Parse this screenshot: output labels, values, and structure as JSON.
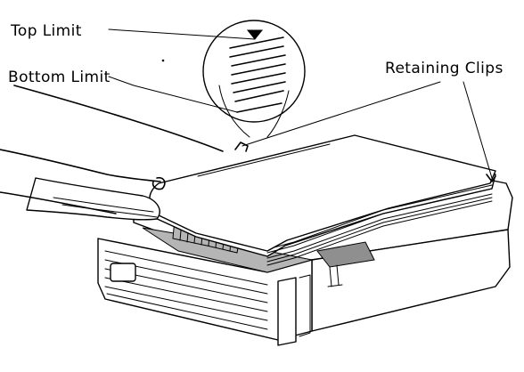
{
  "callouts": {
    "top_limit": "Top Limit",
    "bottom_limit": "Bottom Limit",
    "retaining_clips": "Retaining Clips"
  },
  "colors": {
    "ink": "#000000",
    "background": "#ffffff",
    "shading": "#b5b5b5"
  }
}
